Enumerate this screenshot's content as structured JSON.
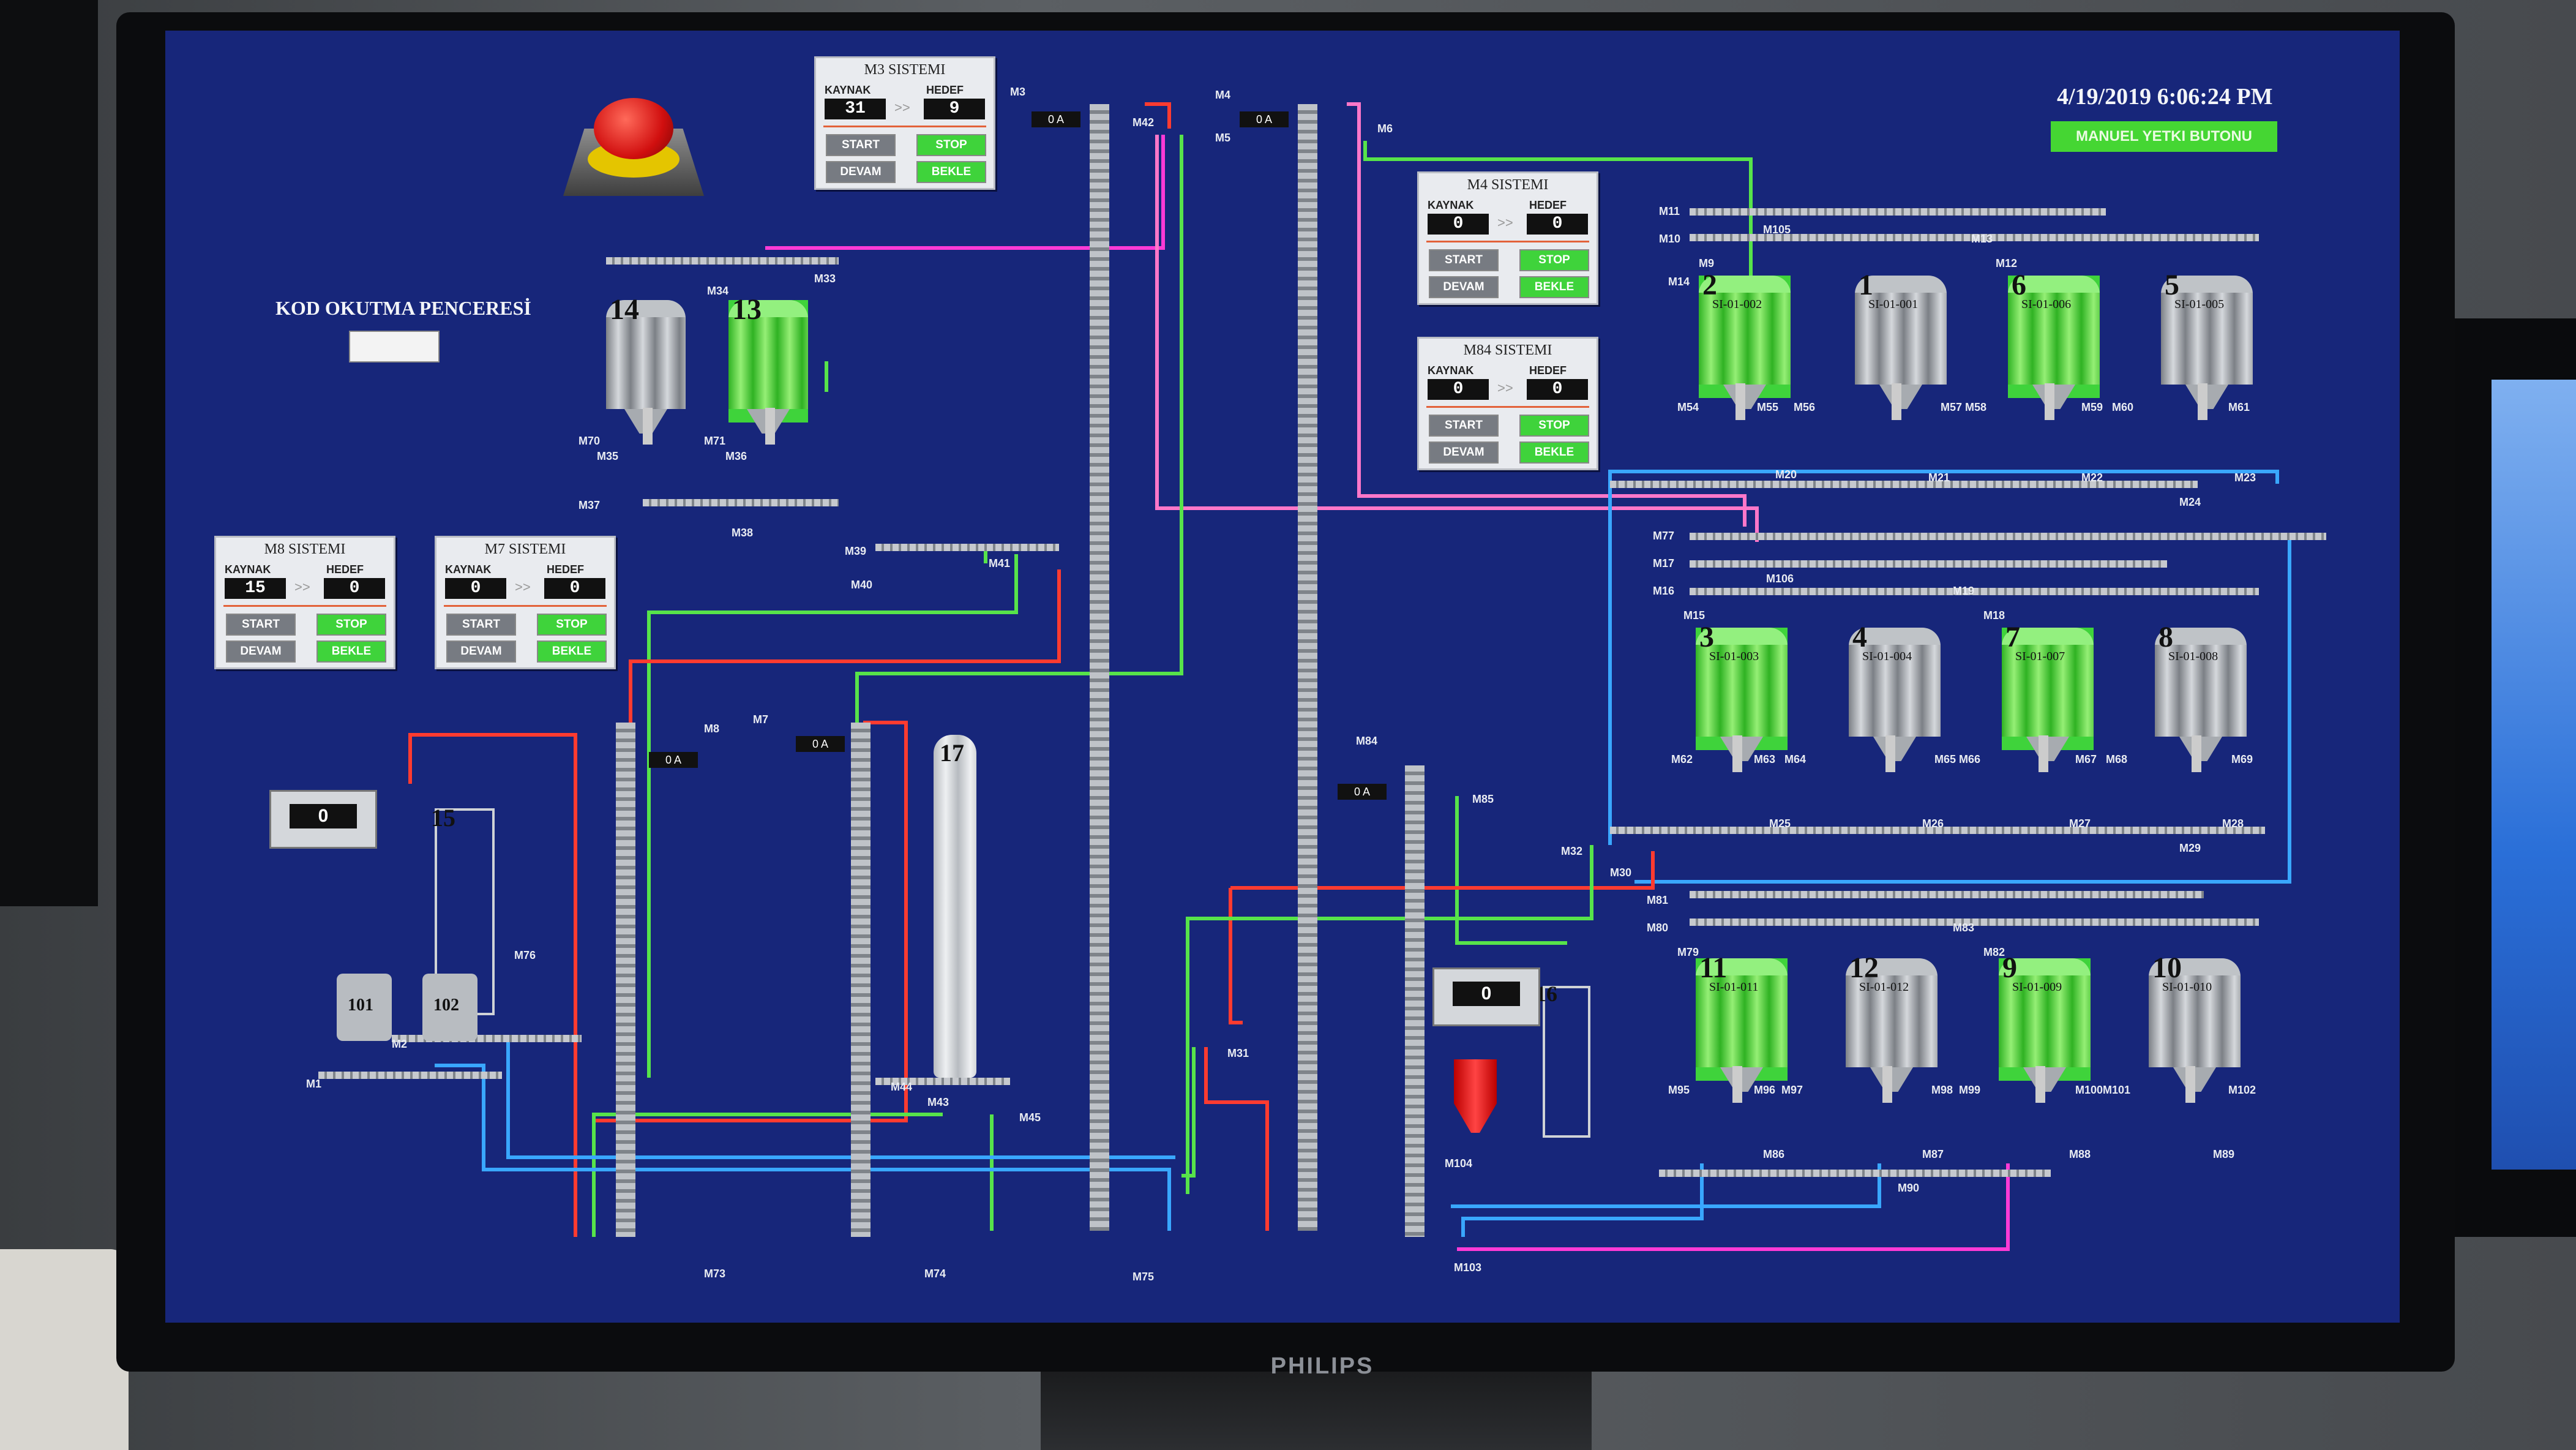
{
  "header": {
    "datetime": "4/19/2019 6:06:24 PM",
    "manual_button": "MANUEL YETKI BUTONU"
  },
  "code_window": {
    "title": "KOD OKUTMA PENCERESİ",
    "value": ""
  },
  "brand": "PHILIPS",
  "panels": [
    {
      "id": "m3",
      "title": "M3 SISTEMI",
      "source_label": "KAYNAK",
      "target_label": "HEDEF",
      "source": "31",
      "target": "9",
      "start": "START",
      "stop": "STOP",
      "resume": "DEVAM",
      "wait": "BEKLE"
    },
    {
      "id": "m4",
      "title": "M4 SISTEMI",
      "source_label": "KAYNAK",
      "target_label": "HEDEF",
      "source": "0",
      "target": "0",
      "start": "START",
      "stop": "STOP",
      "resume": "DEVAM",
      "wait": "BEKLE"
    },
    {
      "id": "m84",
      "title": "M84 SISTEMI",
      "source_label": "KAYNAK",
      "target_label": "HEDEF",
      "source": "0",
      "target": "0",
      "start": "START",
      "stop": "STOP",
      "resume": "DEVAM",
      "wait": "BEKLE"
    },
    {
      "id": "m8",
      "title": "M8 SISTEMI",
      "source_label": "KAYNAK",
      "target_label": "HEDEF",
      "source": "15",
      "target": "0",
      "start": "START",
      "stop": "STOP",
      "resume": "DEVAM",
      "wait": "BEKLE"
    },
    {
      "id": "m7",
      "title": "M7 SISTEMI",
      "source_label": "KAYNAK",
      "target_label": "HEDEF",
      "source": "0",
      "target": "0",
      "start": "START",
      "stop": "STOP",
      "resume": "DEVAM",
      "wait": "BEKLE"
    }
  ],
  "silos": [
    {
      "num": "2",
      "code": "SI-01-002",
      "active": true
    },
    {
      "num": "1",
      "code": "SI-01-001",
      "active": false
    },
    {
      "num": "6",
      "code": "SI-01-006",
      "active": true
    },
    {
      "num": "5",
      "code": "SI-01-005",
      "active": false
    },
    {
      "num": "3",
      "code": "SI-01-003",
      "active": true
    },
    {
      "num": "4",
      "code": "SI-01-004",
      "active": false
    },
    {
      "num": "7",
      "code": "SI-01-007",
      "active": true
    },
    {
      "num": "8",
      "code": "SI-01-008",
      "active": false
    },
    {
      "num": "11",
      "code": "SI-01-011",
      "active": true
    },
    {
      "num": "12",
      "code": "SI-01-012",
      "active": false
    },
    {
      "num": "9",
      "code": "SI-01-009",
      "active": true
    },
    {
      "num": "10",
      "code": "SI-01-010",
      "active": false
    },
    {
      "num": "14",
      "code": "",
      "active": false
    },
    {
      "num": "13",
      "code": "",
      "active": true
    }
  ],
  "equipment": {
    "e17": "17",
    "e15": "15",
    "e16": "16",
    "e101": "101",
    "e102": "102",
    "scale_left": "0",
    "scale_right": "0",
    "amp_m3": "0 A",
    "amp_m4": "0 A",
    "amp_m8": "0 A",
    "amp_m7": "0 A",
    "amp_m84": "0 A"
  },
  "motor_labels": [
    "M3",
    "M4",
    "M42",
    "M5",
    "M6",
    "M11",
    "M105",
    "M10",
    "M13",
    "M9",
    "M12",
    "M34",
    "M33",
    "M14",
    "M54",
    "M55",
    "M56",
    "M57",
    "M58",
    "M59",
    "M60",
    "M61",
    "M20",
    "M21",
    "M22",
    "M23",
    "M24",
    "M70",
    "M71",
    "M35",
    "M36",
    "M37",
    "M38",
    "M39",
    "M41",
    "M40",
    "M77",
    "M17",
    "M106",
    "M16",
    "M19",
    "M15",
    "M18",
    "M62",
    "M63",
    "M64",
    "M65",
    "M66",
    "M67",
    "M68",
    "M69",
    "M25",
    "M26",
    "M27",
    "M28",
    "M29",
    "M8",
    "M7",
    "M84",
    "M85",
    "M32",
    "M30",
    "M81",
    "M80",
    "M83",
    "M79",
    "M82",
    "M76",
    "M2",
    "M1",
    "M44",
    "M43",
    "M45",
    "M31",
    "M104",
    "M95",
    "M96",
    "M97",
    "M98",
    "M99",
    "M100",
    "M101",
    "M102",
    "M86",
    "M87",
    "M88",
    "M89",
    "M90",
    "M73",
    "M74",
    "M75",
    "M103"
  ],
  "colors": {
    "screen_bg": "#17267a",
    "line_green": "#57e34a",
    "line_red": "#ff3b30",
    "line_magenta": "#ff3ad6",
    "line_blue": "#39a7ff",
    "line_pink": "#ff77c9"
  }
}
